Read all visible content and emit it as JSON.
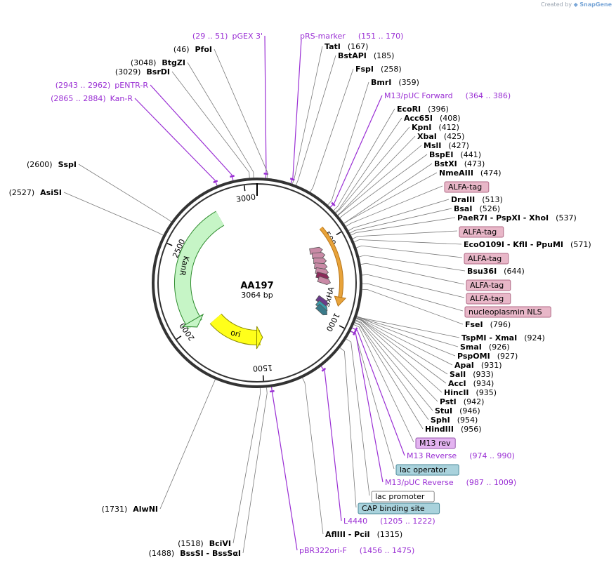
{
  "brand": {
    "prefix": "Created by",
    "name": "SnapGene"
  },
  "plasmid": {
    "name": "AA197",
    "size_label": "3064 bp",
    "length": 3064
  },
  "ticks": [
    {
      "bp": 500,
      "label": "500"
    },
    {
      "bp": 1000,
      "label": "1000"
    },
    {
      "bp": 1500,
      "label": "1500"
    },
    {
      "bp": 2000,
      "label": "2000"
    },
    {
      "bp": 2500,
      "label": "2500"
    },
    {
      "bp": 3000,
      "label": "3000"
    }
  ],
  "features": [
    {
      "name": "KanR",
      "kind": "arc",
      "start": 2010,
      "end": 2810,
      "direction": "ccw",
      "color": "#c6f5c6",
      "stroke": "#2e8b2e"
    },
    {
      "name": "ori",
      "kind": "arc",
      "start": 1505,
      "end": 1950,
      "direction": "ccw",
      "color": "#ffff1a",
      "stroke": "#8a8a00"
    },
    {
      "name": "3xHA",
      "kind": "arc",
      "start": 420,
      "end": 880,
      "direction": "cw",
      "color": "#e8a33a",
      "stroke": "#b8761a"
    }
  ],
  "right_labels": [
    {
      "enzyme": "TatI",
      "pos": "(167)",
      "bp": 167
    },
    {
      "enzyme": "BstAPI",
      "pos": "(185)",
      "bp": 185
    },
    {
      "enzyme": "FspI",
      "pos": "(258)",
      "bp": 258
    },
    {
      "enzyme": "BmrI",
      "pos": "(359)",
      "bp": 359
    },
    {
      "primer": "M13/pUC Forward",
      "range": "(364 .. 386)",
      "bp": 375
    },
    {
      "enzyme": "EcoRI",
      "pos": "(396)",
      "bp": 396
    },
    {
      "enzyme": "Acc65I",
      "pos": "(408)",
      "bp": 408
    },
    {
      "enzyme": "KpnI",
      "pos": "(412)",
      "bp": 412
    },
    {
      "enzyme": "XbaI",
      "pos": "(425)",
      "bp": 425
    },
    {
      "enzyme": "MslI",
      "pos": "(427)",
      "bp": 427
    },
    {
      "enzyme": "BspEI",
      "pos": "(441)",
      "bp": 441
    },
    {
      "enzyme": "BstXI",
      "pos": "(473)",
      "bp": 473
    },
    {
      "enzyme": "NmeAIII",
      "pos": "(474)",
      "bp": 474
    },
    {
      "box": "ALFA-tag",
      "bp": 490
    },
    {
      "enzyme": "DraIII",
      "pos": "(513)",
      "bp": 513
    },
    {
      "enzyme": "BsaI",
      "pos": "(526)",
      "bp": 526
    },
    {
      "enzyme": "PaeR7I - PspXI - XhoI",
      "pos": "(537)",
      "bp": 537
    },
    {
      "box": "ALFA-tag",
      "bp": 555
    },
    {
      "enzyme": "EcoO109I - KflI - PpuMI",
      "pos": "(571)",
      "bp": 571
    },
    {
      "box": "ALFA-tag",
      "bp": 600
    },
    {
      "enzyme": "Bsu36I",
      "pos": "(644)",
      "bp": 644
    },
    {
      "box": "ALFA-tag",
      "bp": 680
    },
    {
      "box": "ALFA-tag",
      "bp": 730
    },
    {
      "box": "nucleoplasmin NLS",
      "bp": 770
    },
    {
      "enzyme": "FseI",
      "pos": "(796)",
      "bp": 796
    },
    {
      "enzyme": "TspMI - XmaI",
      "pos": "(924)",
      "bp": 924
    },
    {
      "enzyme": "SmaI",
      "pos": "(926)",
      "bp": 926
    },
    {
      "enzyme": "PspOMI",
      "pos": "(927)",
      "bp": 927
    },
    {
      "enzyme": "ApaI",
      "pos": "(931)",
      "bp": 931
    },
    {
      "enzyme": "SalI",
      "pos": "(933)",
      "bp": 933
    },
    {
      "enzyme": "AccI",
      "pos": "(934)",
      "bp": 934
    },
    {
      "enzyme": "HincII",
      "pos": "(935)",
      "bp": 935
    },
    {
      "enzyme": "PstI",
      "pos": "(942)",
      "bp": 942
    },
    {
      "enzyme": "StuI",
      "pos": "(946)",
      "bp": 946
    },
    {
      "enzyme": "SphI",
      "pos": "(954)",
      "bp": 954
    },
    {
      "enzyme": "HindIII",
      "pos": "(956)",
      "bp": 956
    },
    {
      "box": "M13 rev",
      "bp": 965
    },
    {
      "primer": "M13 Reverse",
      "range": "(974 .. 990)",
      "bp": 982
    },
    {
      "box": "lac operator",
      "bp": 1000
    },
    {
      "primer": "M13/pUC Reverse",
      "range": "(987 .. 1009)",
      "bp": 998
    },
    {
      "box": "lac promoter",
      "bp": 1040
    },
    {
      "box": "CAP binding site",
      "bp": 1090
    },
    {
      "primer": "L4440",
      "range": "(1205 .. 1222)",
      "bp": 1213
    },
    {
      "enzyme": "AflIII - PciI",
      "pos": "(1315)",
      "bp": 1315
    },
    {
      "primer": "pBR322ori-F",
      "range": "(1456 .. 1475)",
      "bp": 1465
    }
  ],
  "left_labels": [
    {
      "primer": "pGEX 3'",
      "range": "(29 .. 51)",
      "bp": 40
    },
    {
      "enzyme": "PfoI",
      "pos": "(46)",
      "bp": 46
    },
    {
      "enzyme": "BtgZI",
      "pos": "(3048)",
      "bp": 3048
    },
    {
      "enzyme": "BsrDI",
      "pos": "(3029)",
      "bp": 3029
    },
    {
      "primer": "pENTR-R",
      "range": "(2943 .. 2962)",
      "bp": 2952
    },
    {
      "primer": "Kan-R",
      "range": "(2865 .. 2884)",
      "bp": 2874
    },
    {
      "enzyme": "SspI",
      "pos": "(2600)",
      "bp": 2600
    },
    {
      "enzyme": "AsiSI",
      "pos": "(2527)",
      "bp": 2527
    },
    {
      "enzyme": "AlwNI",
      "pos": "(1731)",
      "bp": 1731
    },
    {
      "enzyme": "BciVI",
      "pos": "(1518)",
      "bp": 1518
    },
    {
      "enzyme": "BssSI - BssSαI",
      "pos": "(1488)",
      "bp": 1488
    }
  ],
  "top_primer": {
    "primer": "pRS-marker",
    "range": "(151 .. 170)",
    "bp": 160
  },
  "colors": {
    "enzyme_text": "#000000",
    "primer_text": "#9a2fd4",
    "alfa_box": "#e8b7c8",
    "alfa_border": "#b06a86",
    "m13rev_box": "#e3b3f0",
    "lac_box": "#a9d2dc",
    "promoter_box": "#ffffff",
    "leader_line": "#7a7a7a",
    "primer_line": "#9a2fd4"
  }
}
